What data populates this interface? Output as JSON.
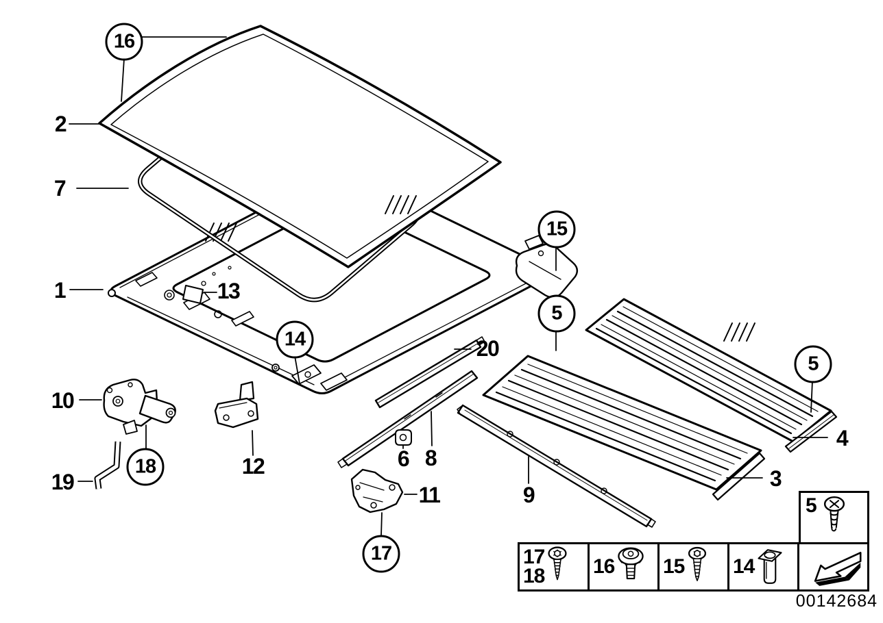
{
  "part_number": "00142684",
  "colors": {
    "line": "#000000",
    "background": "#ffffff"
  },
  "callouts": [
    {
      "text": "16",
      "circled": true
    },
    {
      "text": "2",
      "circled": false
    },
    {
      "text": "7",
      "circled": false
    },
    {
      "text": "1",
      "circled": false
    },
    {
      "text": "13",
      "circled": false
    },
    {
      "text": "14",
      "circled": true
    },
    {
      "text": "15",
      "circled": true
    },
    {
      "text": "5",
      "circled": true
    },
    {
      "text": "5",
      "circled": true
    },
    {
      "text": "20",
      "circled": false
    },
    {
      "text": "6",
      "circled": false
    },
    {
      "text": "8",
      "circled": false
    },
    {
      "text": "9",
      "circled": false
    },
    {
      "text": "11",
      "circled": false
    },
    {
      "text": "17",
      "circled": true
    },
    {
      "text": "3",
      "circled": false
    },
    {
      "text": "4",
      "circled": false
    },
    {
      "text": "10",
      "circled": false
    },
    {
      "text": "18",
      "circled": true
    },
    {
      "text": "19",
      "circled": false
    },
    {
      "text": "12",
      "circled": false
    }
  ],
  "legend": {
    "screw_box": {
      "label": "5",
      "icon": "phillips-screw-icon"
    },
    "cells": [
      {
        "labels": [
          "17",
          "18"
        ],
        "icon": "torx-screw-icon"
      },
      {
        "labels": [
          "16"
        ],
        "icon": "washer-head-screw-icon"
      },
      {
        "labels": [
          "15"
        ],
        "icon": "torx-screw-icon"
      },
      {
        "labels": [
          "14"
        ],
        "icon": "expansion-rivet-icon"
      },
      {
        "labels": [],
        "icon": "direction-arrow-icon"
      }
    ]
  }
}
